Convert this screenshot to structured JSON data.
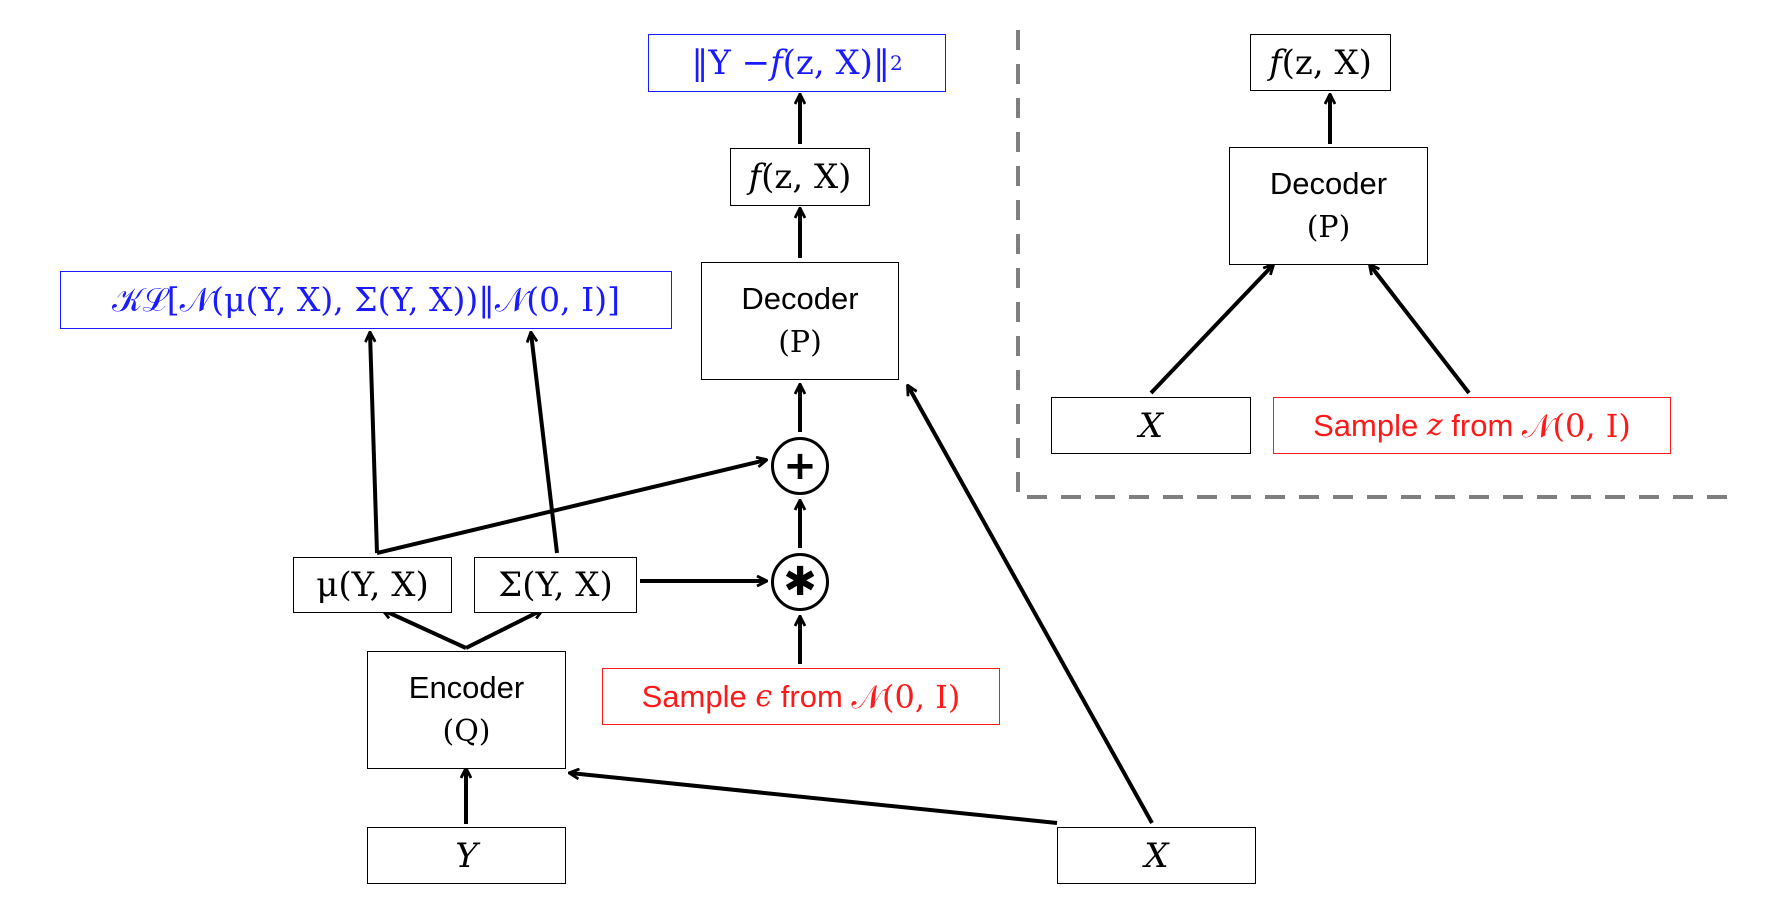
{
  "vae_training": {
    "recon_loss": {
      "pre": "‖Y − ",
      "fn": "f",
      "args": "(z, X)",
      "post": "‖",
      "sup": "2"
    },
    "kl_loss": "𝒦ℒ[𝒩(μ(Y, X), Σ(Y, X))‖𝒩(0, I)]",
    "decoder_output": {
      "fn": "f",
      "args": "(z, X)"
    },
    "decoder": {
      "label": "Decoder",
      "param": "(P)"
    },
    "plus_op": "+",
    "times_op": "✱",
    "mu": "μ(Y, X)",
    "sigma": "Σ(Y, X)",
    "encoder": {
      "label": "Encoder",
      "param": "(Q)"
    },
    "epsilon_sample": {
      "pre": "Sample ",
      "var": "ϵ",
      "mid": " from ",
      "dist": "𝒩(0, I)"
    },
    "input_y": "Y",
    "input_x": "X"
  },
  "vae_testing": {
    "decoder_output": {
      "fn": "f",
      "args": "(z, X)"
    },
    "decoder": {
      "label": "Decoder",
      "param": "(P)"
    },
    "input_x": "X",
    "z_sample": {
      "pre": "Sample ",
      "var": "z",
      "mid": " from ",
      "dist": "𝒩(0, I)"
    }
  },
  "colors": {
    "loss": "#1a1aff",
    "sample": "#ff1a1a",
    "separator": "#7f7f7f"
  }
}
